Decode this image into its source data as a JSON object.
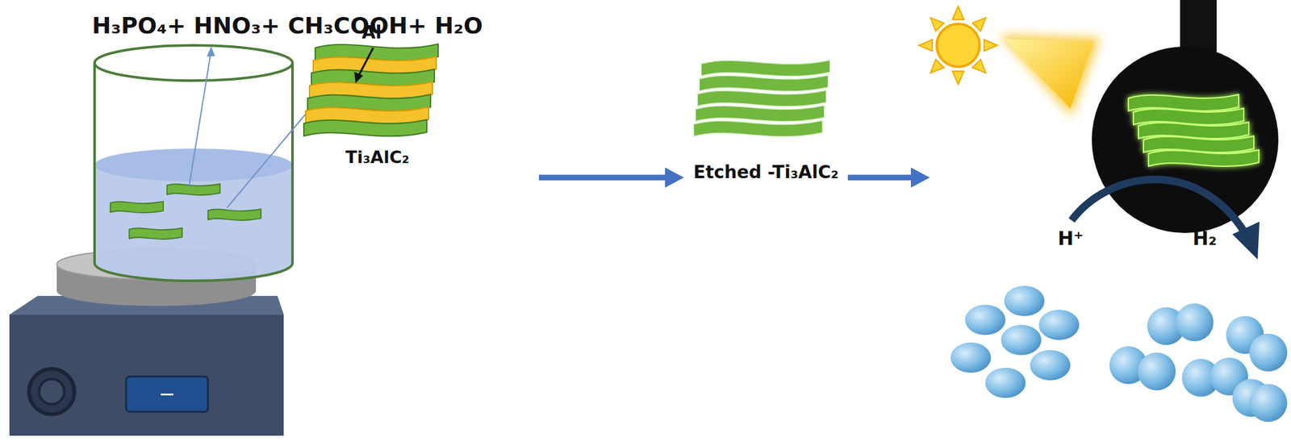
{
  "diagram": {
    "labels": [
      "H₃PO₄+ HNO₃+ CH₃COOH+ H₂O",
      "Al",
      "Ti₃AlC₂",
      "Etched -Ti₃AlC₂",
      "H⁺",
      "H₂"
    ]
  }
}
